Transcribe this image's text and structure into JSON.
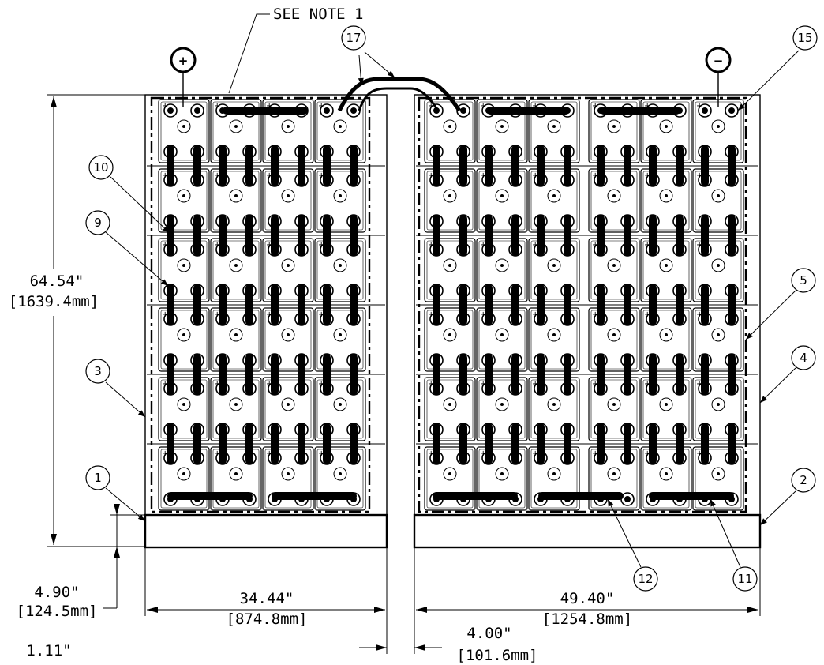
{
  "note_callout": "SEE NOTE 1",
  "polarity": {
    "positive": "+",
    "negative": "−"
  },
  "balloons": [
    "1",
    "2",
    "3",
    "4",
    "5",
    "9",
    "10",
    "11",
    "12",
    "15",
    "17"
  ],
  "dimensions": {
    "height_in": "64.54\"",
    "height_mm": "[1639.4mm]",
    "base_in": "4.90\"",
    "base_mm": "[124.5mm]",
    "left_width_in": "34.44\"",
    "left_width_mm": "[874.8mm]",
    "right_width_in": "49.40\"",
    "right_width_mm": "[1254.8mm]",
    "gap_in": "4.00\"",
    "gap_mm": "[101.6mm]",
    "bottom_in": "1.11\""
  },
  "colors": {
    "line": "#000000",
    "background": "#ffffff"
  }
}
